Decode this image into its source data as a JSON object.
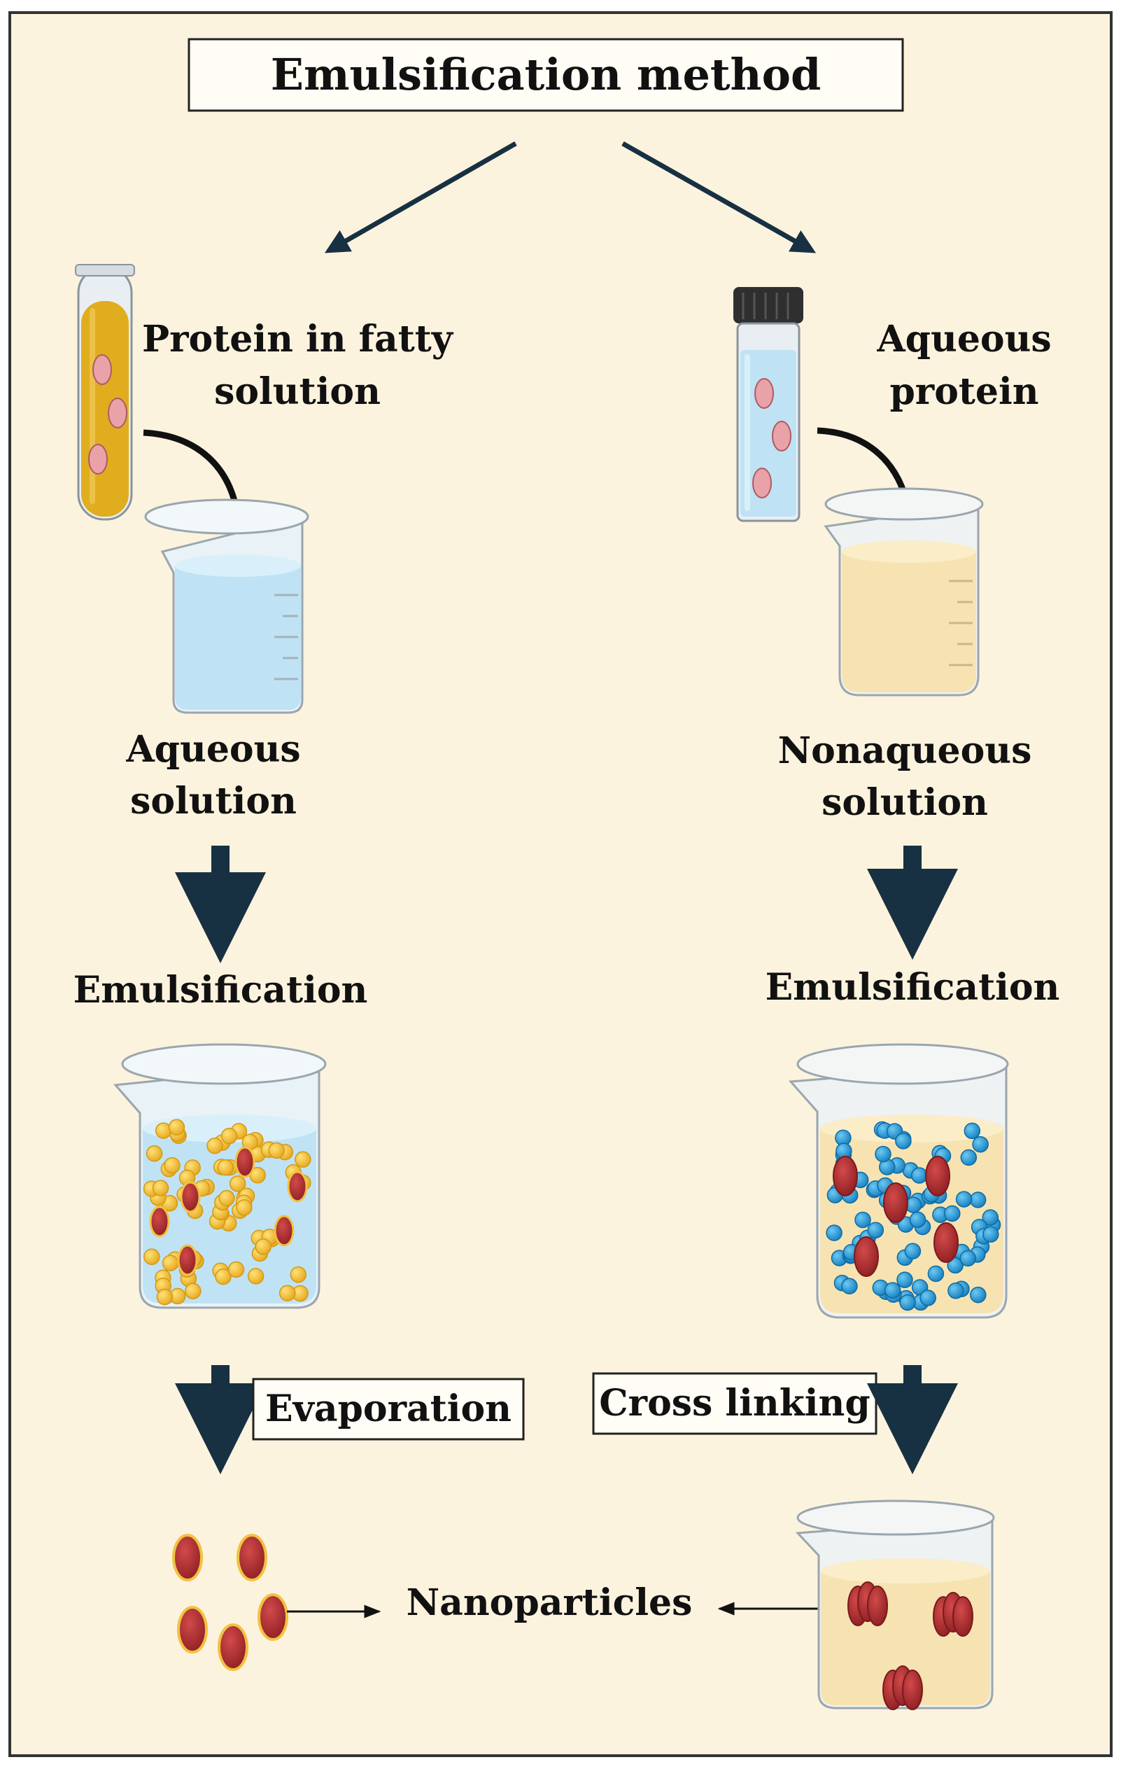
{
  "title": "Emulsification method",
  "left_branch": {
    "source_label_line1": "Protein in fatty",
    "source_label_line2": "solution",
    "solution_label_line1": "Aqueous",
    "solution_label_line2": "solution",
    "step_label": "Emulsification",
    "process_label": "Evaporation"
  },
  "right_branch": {
    "source_label_line1": "Aqueous",
    "source_label_line2": "protein",
    "solution_label_line1": "Nonaqueous",
    "solution_label_line2": "solution",
    "step_label": "Emulsification",
    "process_label": "Cross linking"
  },
  "result_label": "Nanoparticles",
  "colors": {
    "background": "#fcf3de",
    "border": "#333333",
    "arrow": "#173042",
    "aqueous_liquid": "#bfe3f5",
    "fatty_liquid": "#f6e3b1",
    "oil_tube_liquid": "#e0ad1f",
    "protein": "#a52a2a",
    "oil_droplet": "#f2bd2c",
    "water_droplet": "#2596d0"
  }
}
